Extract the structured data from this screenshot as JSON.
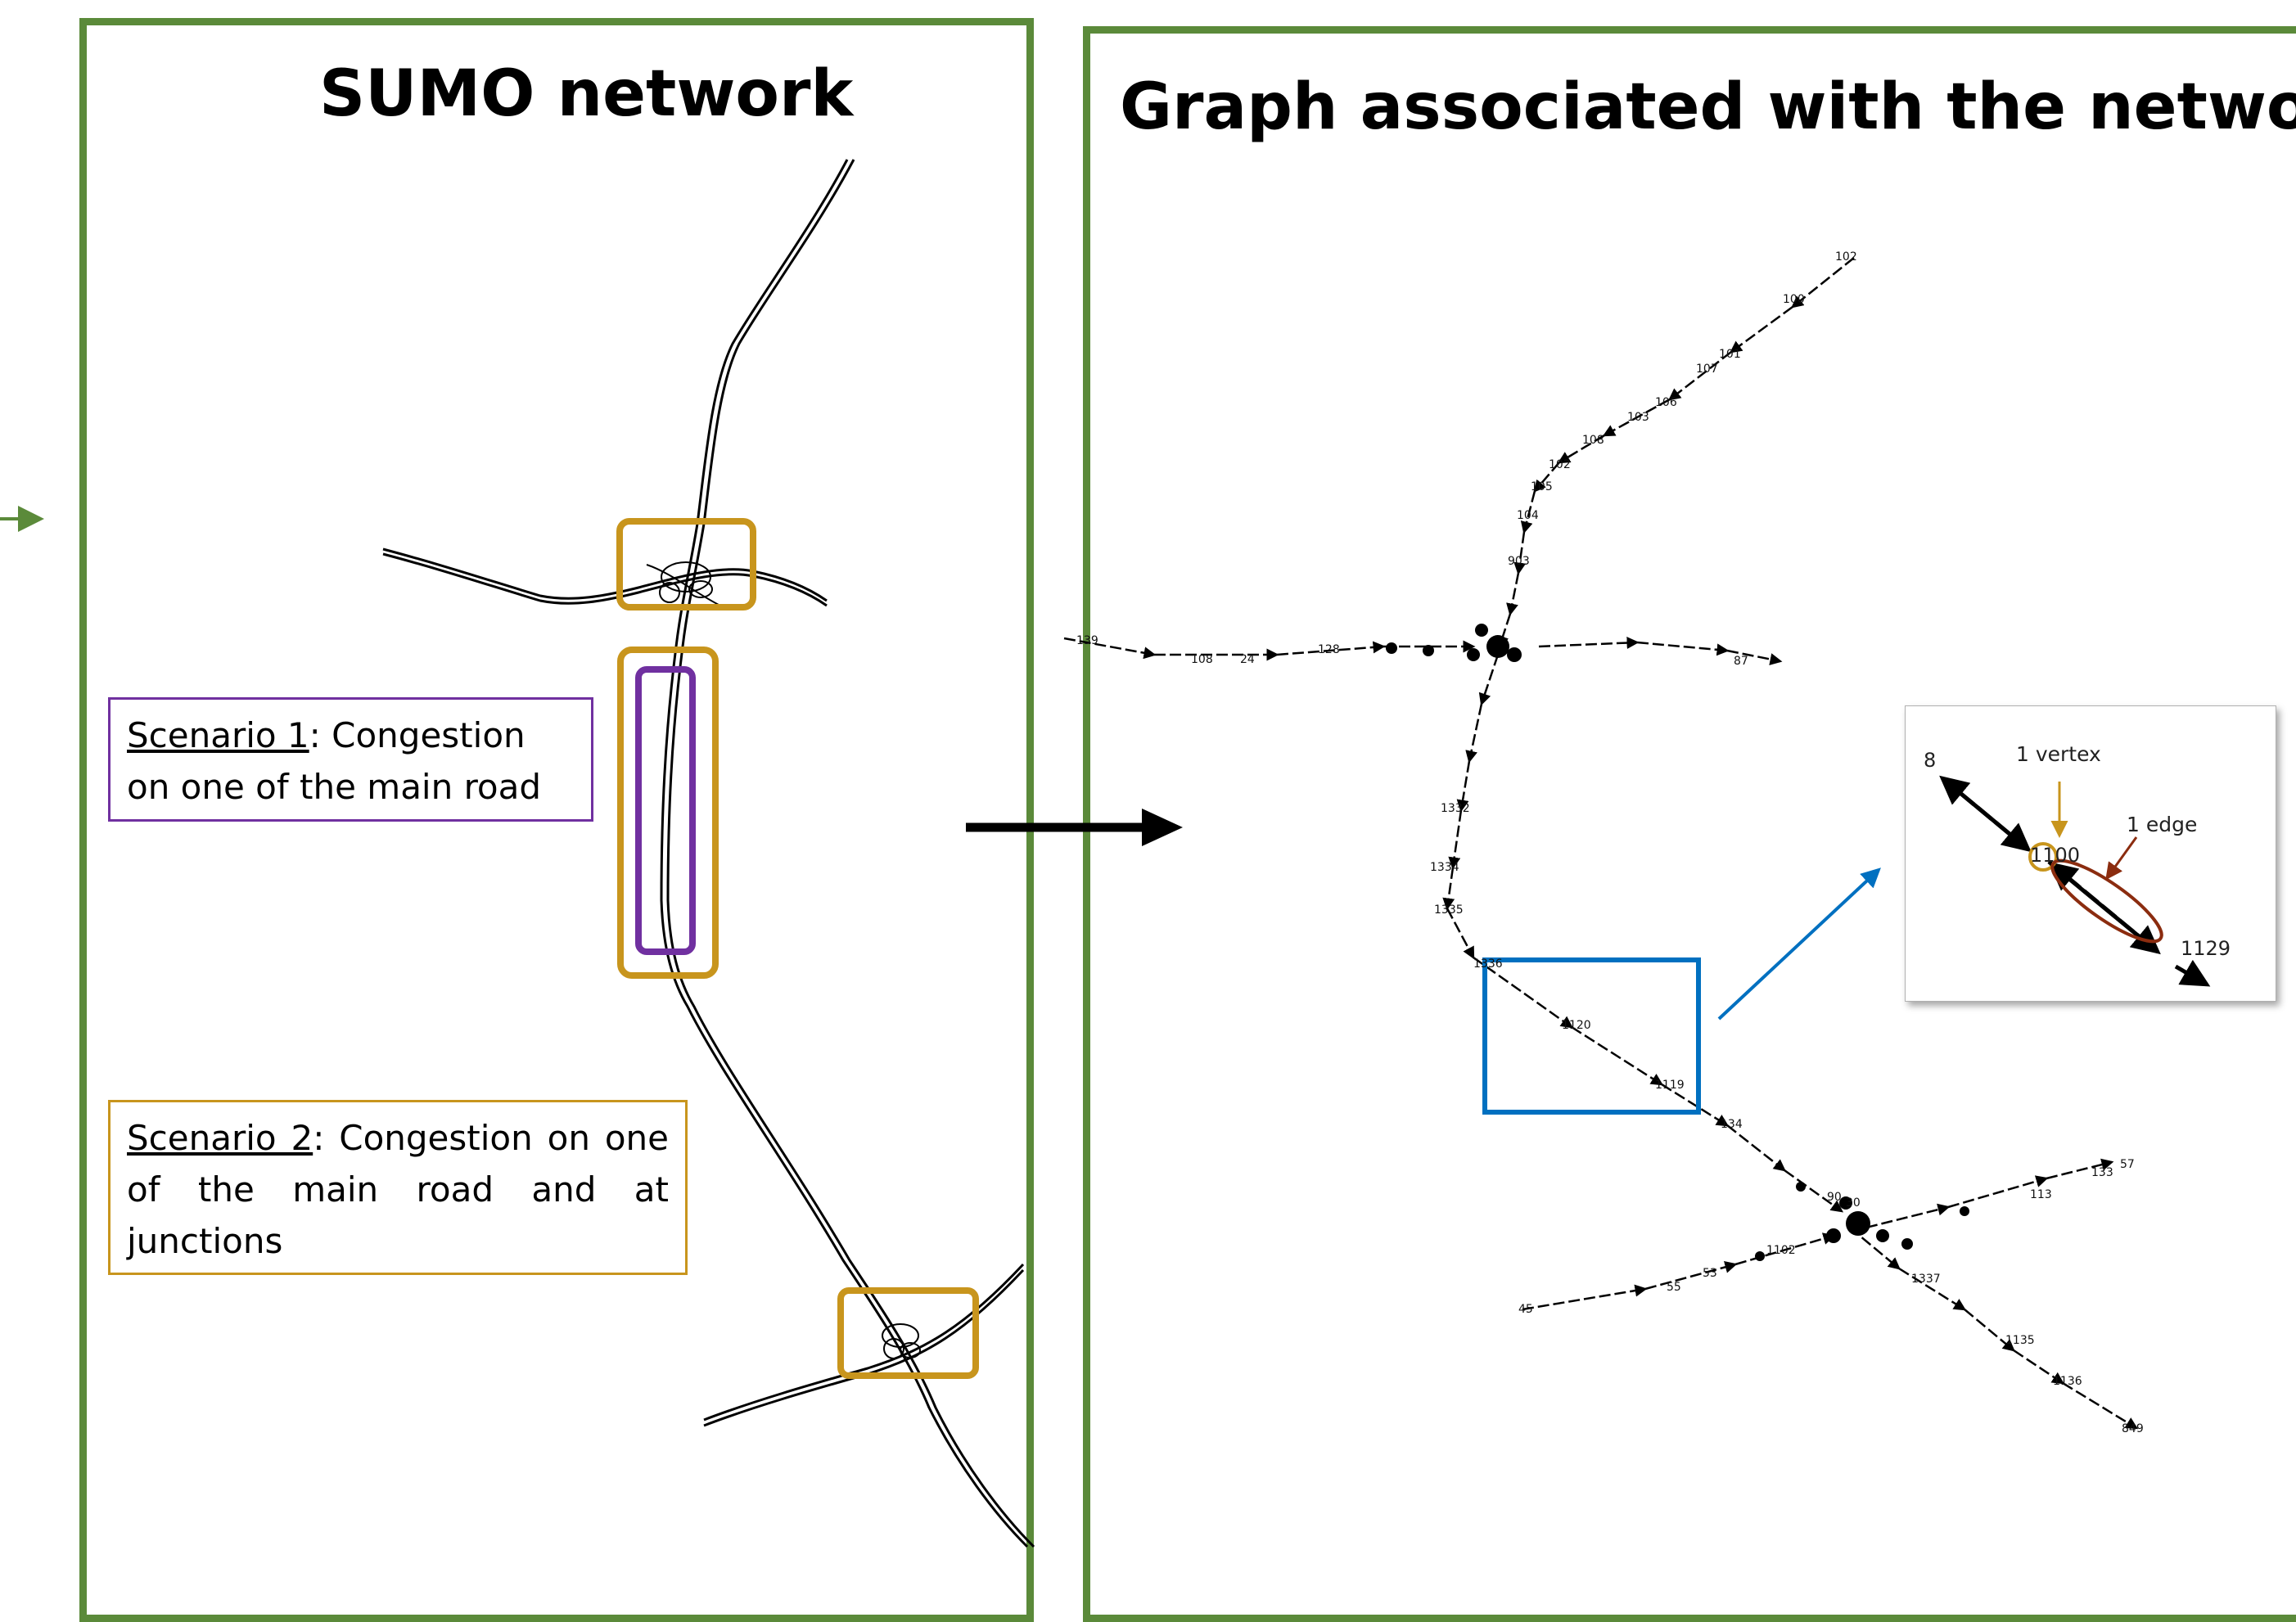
{
  "panels": {
    "left": {
      "title": "SUMO network"
    },
    "right": {
      "title": "Graph associated with the network"
    }
  },
  "scenarios": {
    "one": {
      "label": "Scenario 1",
      "text": ": Congestion on one of the main road"
    },
    "two": {
      "label": "Scenario 2",
      "text": ": Congestion on one of the main road and at junctions"
    }
  },
  "callout": {
    "vertex_label": "1 vertex",
    "edge_label": "1 edge",
    "node_top": "8",
    "node_middle": "1100",
    "node_bottom": "1129"
  },
  "graph_labels": [
    "102",
    "100",
    "101",
    "107",
    "106",
    "103",
    "108",
    "102",
    "105",
    "104",
    "903",
    "139",
    "108",
    "24",
    "87",
    "128",
    "1332",
    "1334",
    "1335",
    "1336",
    "1120",
    "1119",
    "134",
    "30",
    "53",
    "57",
    "113",
    "133",
    "1135",
    "1136",
    "849",
    "45",
    "90",
    "1337",
    "55",
    "1102"
  ],
  "colors": {
    "panel_border": "#5b8a3a",
    "scenario1": "#7030a0",
    "scenario2": "#c8951d",
    "highlight": "#0070c0",
    "edge_mark": "#8b2c0f"
  }
}
